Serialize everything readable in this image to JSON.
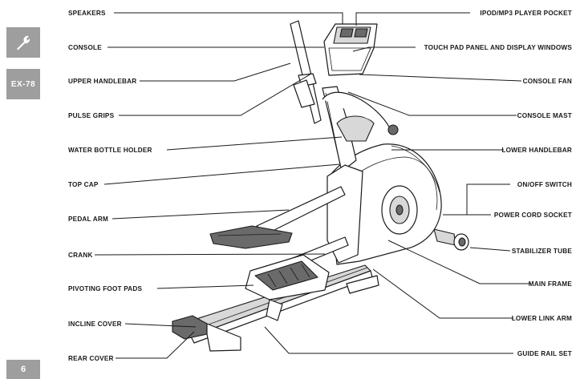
{
  "sidebar": {
    "model_label": "EX-78",
    "page_number": "6",
    "tool_icon": "wrench-icon"
  },
  "labels_left": {
    "speakers": "SPEAKERS",
    "console": "CONSOLE",
    "upper_handlebar": "UPPER HANDLEBAR",
    "pulse_grips": "PULSE GRIPS",
    "water_bottle_holder": "WATER BOTTLE HOLDER",
    "top_cap": "TOP CAP",
    "pedal_arm": "PEDAL ARM",
    "crank": "CRANK",
    "pivoting_foot_pads": "PIVOTING FOOT PADS",
    "incline_cover": "INCLINE COVER",
    "rear_cover": "REAR COVER"
  },
  "labels_right": {
    "ipod_pocket": "IPOD/MP3 PLAYER POCKET",
    "touch_pad": "TOUCH PAD PANEL AND DISPLAY WINDOWS",
    "console_fan": "CONSOLE FAN",
    "console_mast": "CONSOLE MAST",
    "lower_handlebar": "LOWER HANDLEBAR",
    "on_off_switch": "ON/OFF SWITCH",
    "power_cord_socket": "POWER CORD SOCKET",
    "stabilizer_tube": "STABILIZER TUBE",
    "main_frame": "MAIN FRAME",
    "lower_link_arm": "LOWER LINK ARM",
    "guide_rail_set": "GUIDE RAIL SET"
  }
}
